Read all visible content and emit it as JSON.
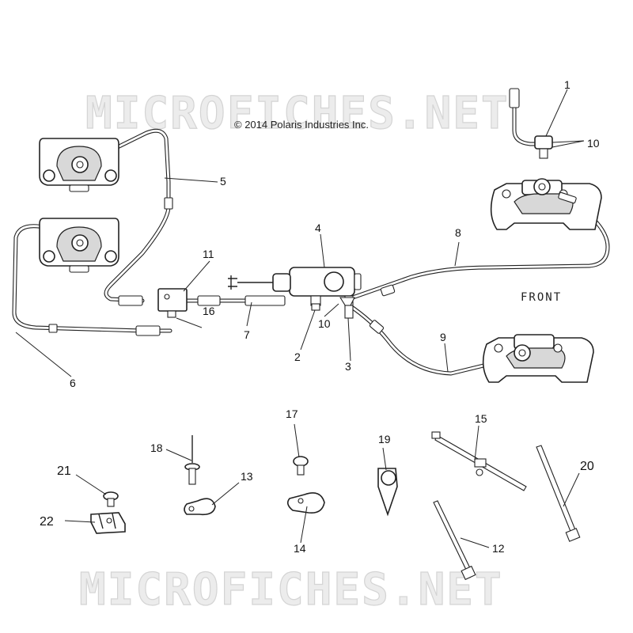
{
  "watermark": "MICROFICHES.NET",
  "copyright": "© 2014 Polaris Industries Inc.",
  "front_label": "FRONT",
  "callouts": {
    "c1": "1",
    "c2": "2",
    "c3": "3",
    "c4": "4",
    "c5": "5",
    "c6": "6",
    "c7": "7",
    "c8": "8",
    "c9": "9",
    "c10a": "10",
    "c10b": "10",
    "c11": "11",
    "c12": "12",
    "c13": "13",
    "c14": "14",
    "c15": "15",
    "c16": "16",
    "c17": "17",
    "c18": "18",
    "c19": "19",
    "c20": "20",
    "c21": "21",
    "c22": "22"
  }
}
